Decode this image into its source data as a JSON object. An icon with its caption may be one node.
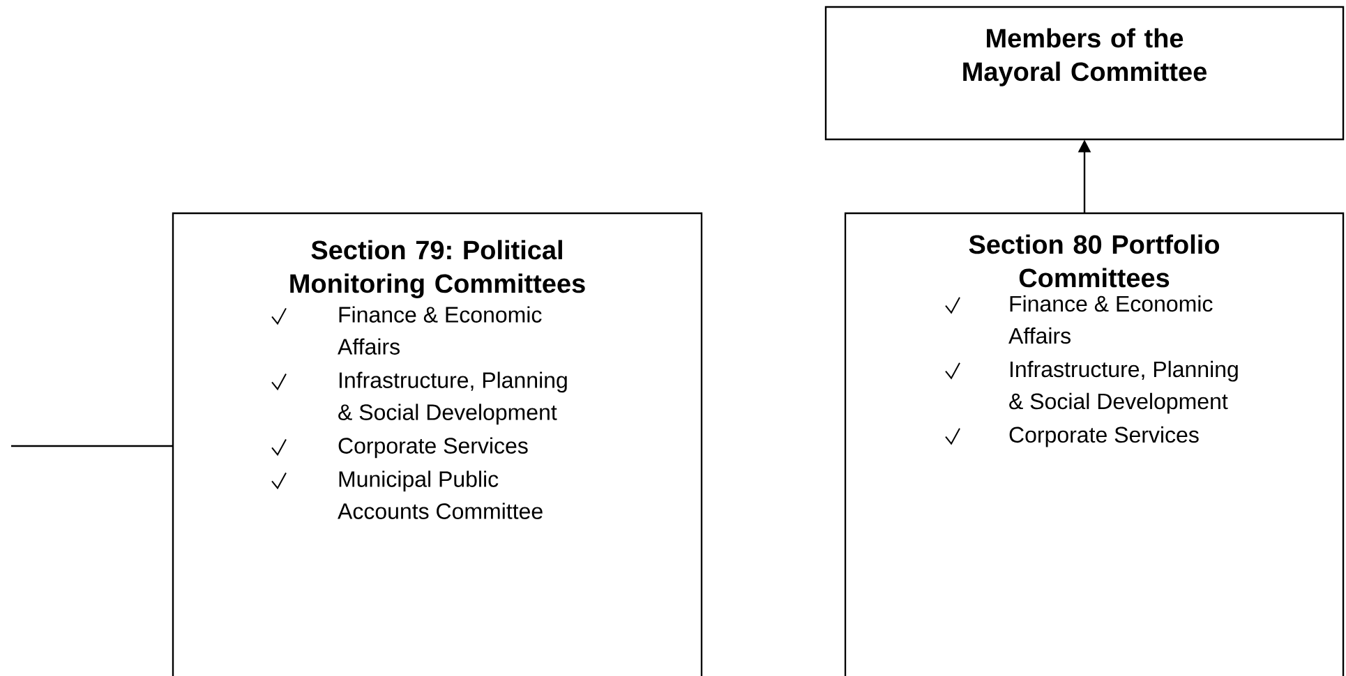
{
  "diagram": {
    "nodes": [
      {
        "text": [
          "Members of the Mayoral Committee"
        ]
      },
      {
        "text": [
          "Section 79: Political Monitoring Committees",
          "Finance & Economic Affairs",
          "Infrastructure, Planning & Social Development",
          "Corporate Services",
          "Municipal Public Accounts Committee"
        ]
      },
      {
        "text": [
          "Section 80 Portfolio Committees",
          "Finance & Economic Affairs",
          "Infrastructure, Planning & Social Development",
          "Corporate Services"
        ]
      }
    ],
    "edges": [
      {
        "from": 2,
        "to": 0,
        "arrow": "to"
      },
      {
        "from": null,
        "to": 1,
        "arrow": "none"
      }
    ]
  }
}
